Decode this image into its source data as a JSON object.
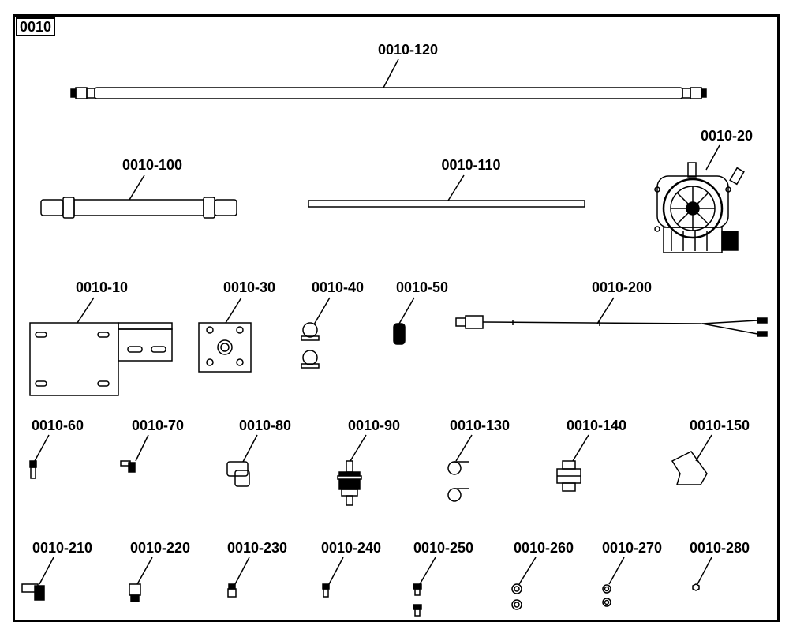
{
  "section": "0010",
  "parts": [
    {
      "label": "0010-120"
    },
    {
      "label": "0010-20"
    },
    {
      "label": "0010-100"
    },
    {
      "label": "0010-110"
    },
    {
      "label": "0010-10"
    },
    {
      "label": "0010-30"
    },
    {
      "label": "0010-40"
    },
    {
      "label": "0010-50"
    },
    {
      "label": "0010-200"
    },
    {
      "label": "0010-60"
    },
    {
      "label": "0010-70"
    },
    {
      "label": "0010-80"
    },
    {
      "label": "0010-90"
    },
    {
      "label": "0010-130"
    },
    {
      "label": "0010-140"
    },
    {
      "label": "0010-150"
    },
    {
      "label": "0010-210"
    },
    {
      "label": "0010-220"
    },
    {
      "label": "0010-230"
    },
    {
      "label": "0010-240"
    },
    {
      "label": "0010-250"
    },
    {
      "label": "0010-260"
    },
    {
      "label": "0010-270"
    },
    {
      "label": "0010-280"
    }
  ]
}
